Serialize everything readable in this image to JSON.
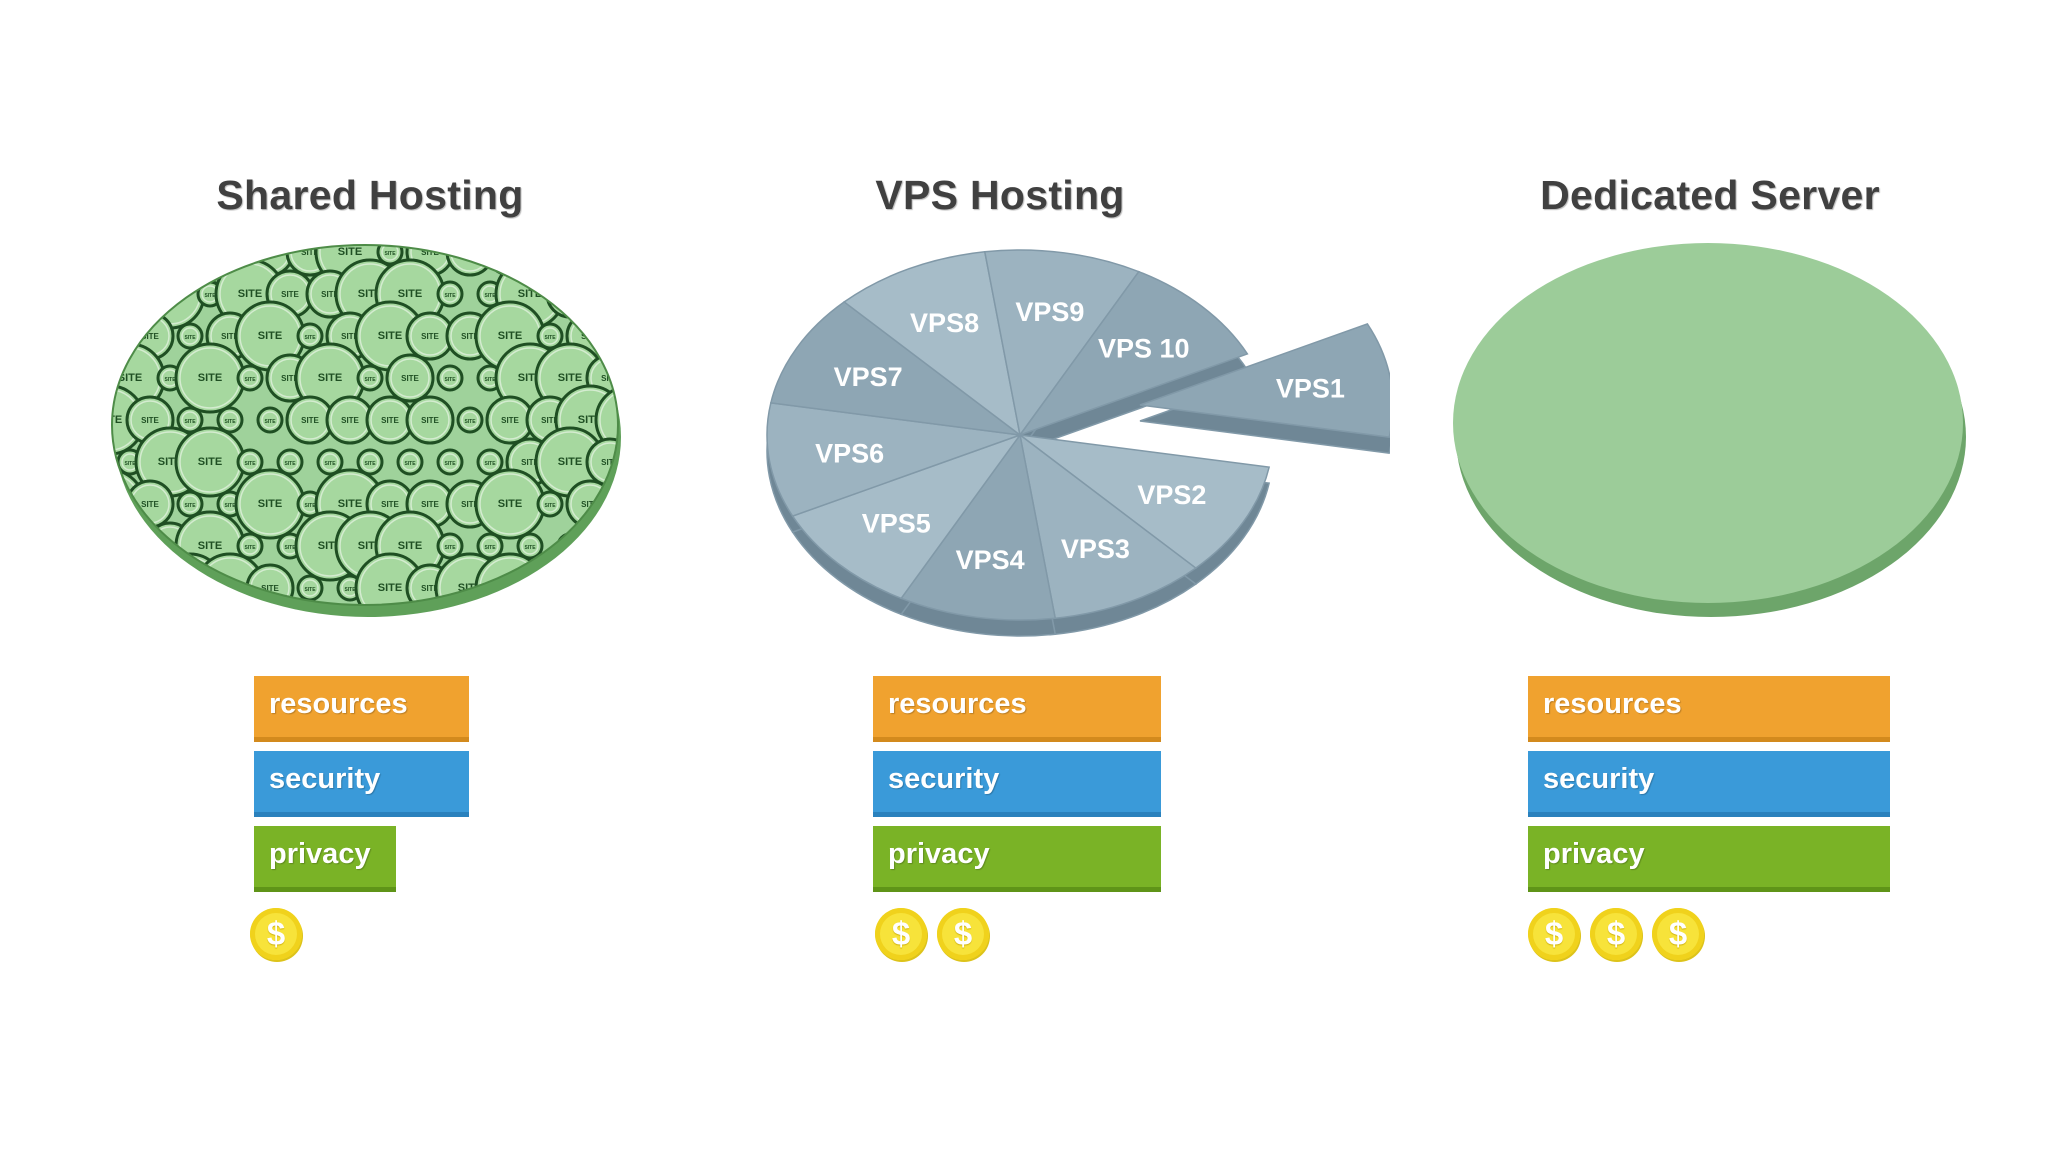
{
  "panels": [
    {
      "title": "Shared Hosting",
      "site_label": "SITE",
      "bars": {
        "resources": "resources",
        "security": "security",
        "privacy": "privacy"
      },
      "coin_symbol": "$",
      "coin_count": 1
    },
    {
      "title": "VPS Hosting",
      "slices": [
        "VPS1",
        "VPS2",
        "VPS3",
        "VPS4",
        "VPS5",
        "VPS6",
        "VPS7",
        "VPS8",
        "VPS9",
        "VPS 10"
      ],
      "bars": {
        "resources": "resources",
        "security": "security",
        "privacy": "privacy"
      },
      "coin_symbol": "$",
      "coin_count": 2
    },
    {
      "title": "Dedicated Server",
      "bars": {
        "resources": "resources",
        "security": "security",
        "privacy": "privacy"
      },
      "coin_symbol": "$",
      "coin_count": 3
    }
  ],
  "colors": {
    "shared_disc": "#9fd29b",
    "shared_disc_edge": "#5fa059",
    "vps_slice": "#96adbb",
    "vps_slice_edge": "#6f8796",
    "dedicated_disc": "#9ccc99",
    "dedicated_disc_edge": "#6da56a",
    "resources": "#f0a22f",
    "security": "#3a9ad9",
    "privacy": "#7ab326",
    "coin": "#f7e33a"
  }
}
